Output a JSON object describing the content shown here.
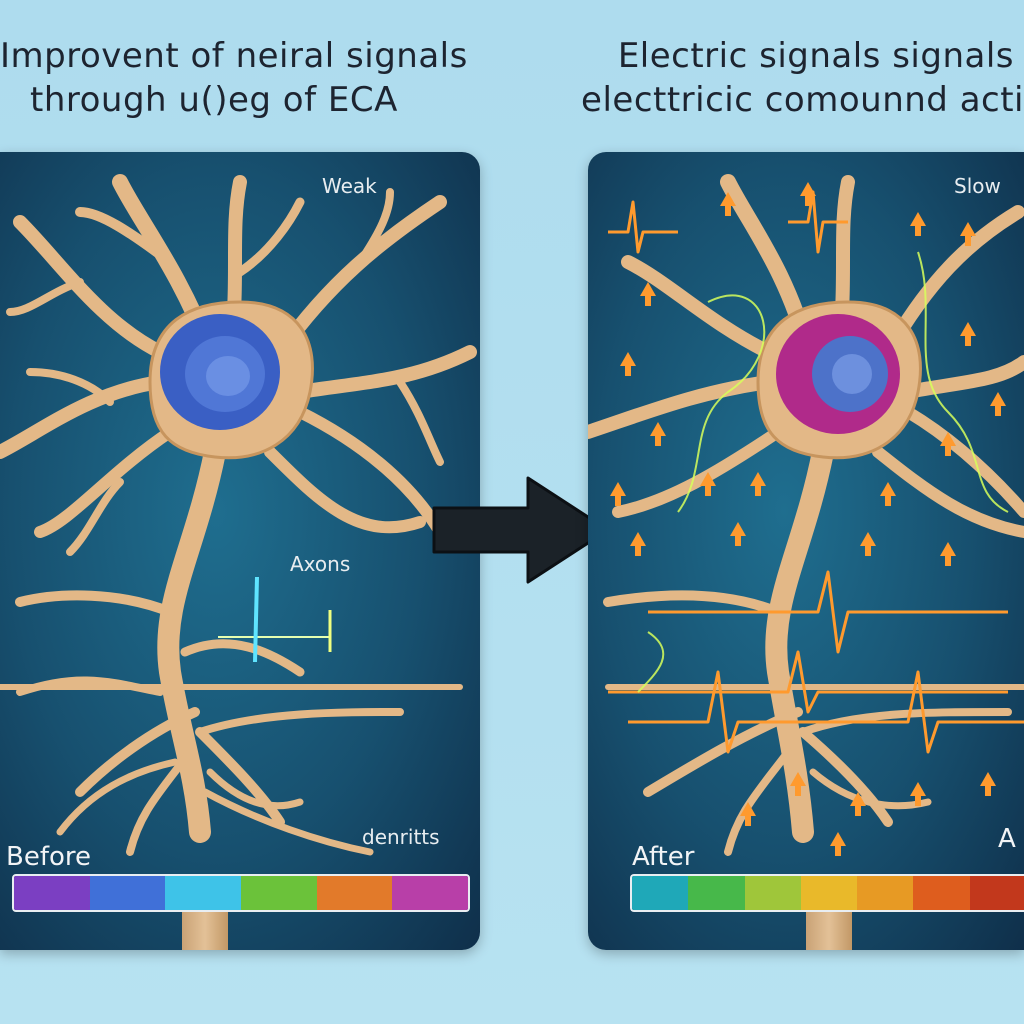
{
  "headings": {
    "left_line1": "Improvent of neiral signals",
    "left_line2": "through u()eg of ECA",
    "right_line1": "Electric signals signals",
    "right_line2": "electtricic comounnd acti"
  },
  "before_panel": {
    "label_weak": "Weak",
    "label_axons": "Axons",
    "label_denrites": "denritts",
    "label_before": "Before"
  },
  "after_panel": {
    "label_slow": "Slow",
    "label_after": "After",
    "label_a": "A"
  },
  "colors": {
    "neuron": "#e3b887",
    "nucleus_before": "#3a5fc4",
    "nucleus_after": "#b02a8a",
    "signal": "#ff9a2e",
    "arrow": "#1b2228"
  },
  "icons": {
    "arrow": "right-arrow-icon",
    "signal": "spark-icon"
  }
}
